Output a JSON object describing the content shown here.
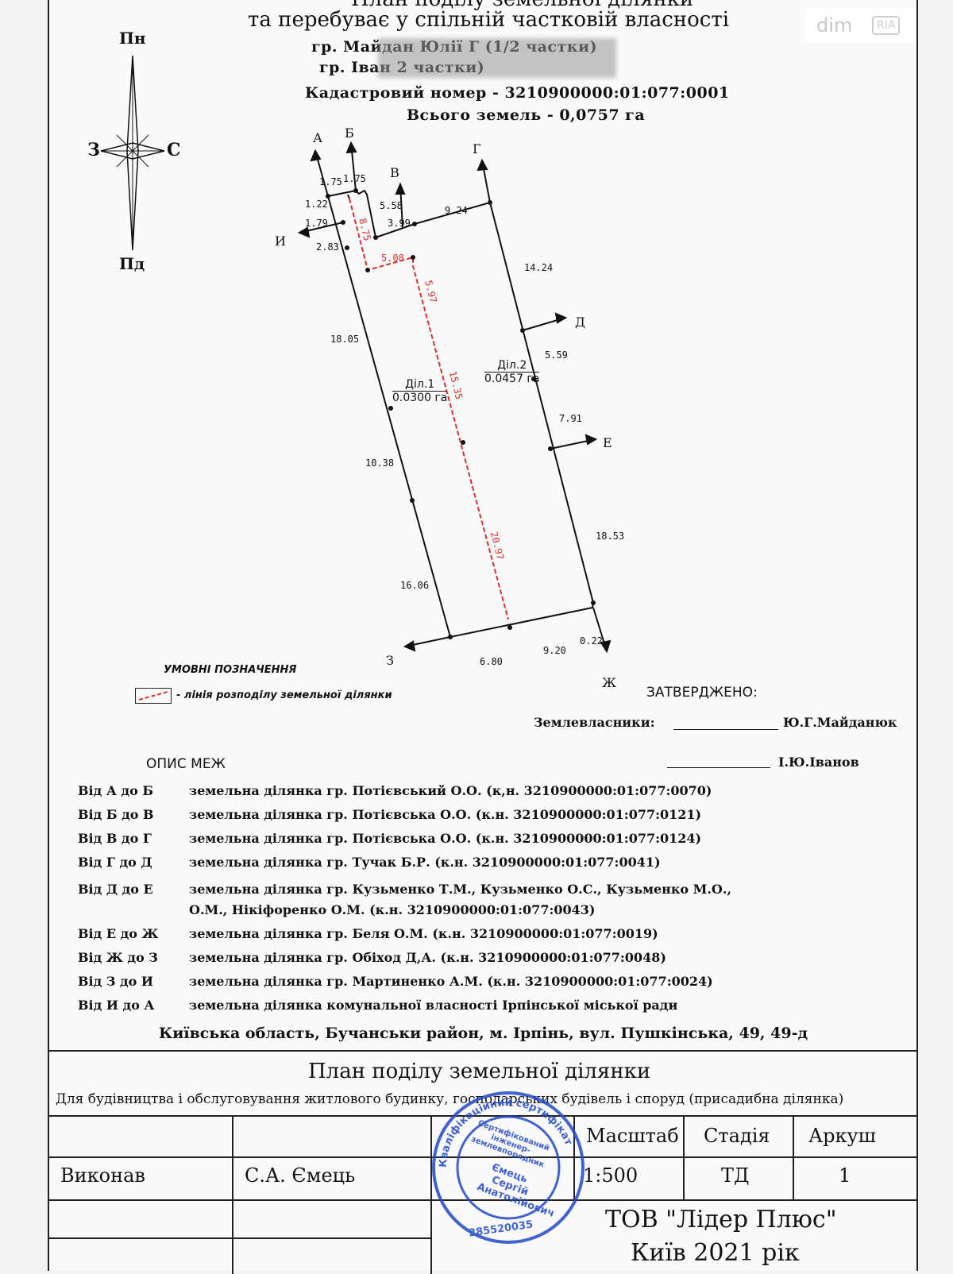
{
  "header": {
    "line1": "План поділу земельної ділянки",
    "line2": "та перебуває у спільній частковій власності",
    "owner1": "гр. Майдан       Юлії Г           (1/2 частки)",
    "owner2": "гр. Іван                                  2 частки)",
    "cadastral": "Кадастровий номер - 3210900000:01:077:0001",
    "total": "Всього земель - 0,0757 га"
  },
  "compass": {
    "north": "Пн",
    "south": "Пд",
    "west": "З",
    "east": "С"
  },
  "plan": {
    "points": {
      "A": "А",
      "B": "Б",
      "V": "В",
      "G": "Г",
      "D": "Д",
      "E": "Е",
      "ZH": "Ж",
      "Z": "З",
      "I": "И"
    },
    "dims": {
      "d1": "1.75",
      "d2": "1.75",
      "d3": "1.22",
      "d4": "5.58",
      "d5": "1.79",
      "d6": "3.99",
      "d7": "9.24",
      "d8": "2.83",
      "d9": "14.24",
      "d10": "18.05",
      "d11": "5.59",
      "d12": "7.91",
      "d13": "10.38",
      "d14": "18.53",
      "d15": "16.06",
      "d16": "6.80",
      "d17": "9.20",
      "d18": "0.22",
      "r1": "8.75",
      "r2": "5.08",
      "r3": "5.97",
      "r4": "15.35",
      "r5": "20.97"
    },
    "plot1_name": "Діл.1",
    "plot1_area": "0.0300 га",
    "plot2_name": "Діл.2",
    "plot2_area": "0.0457 га",
    "split_color": "#d9302c"
  },
  "legend": {
    "title": "УМОВНІ ПОЗНАЧЕННЯ",
    "item": "- лінія розподілу земельної ділянки"
  },
  "approval": {
    "title": "ЗАТВЕРДЖЕНО:",
    "owners_label": "Землевласники:",
    "owner1": "Ю.Г.Майданюк",
    "owner2": "І.Ю.Іванов"
  },
  "boundaries": {
    "title": "ОПИС МЕЖ",
    "rows": [
      {
        "from": "Від А до Б",
        "text": "земельна ділянка гр. Потієвський О.О. (к,н. 3210900000:01:077:0070)"
      },
      {
        "from": "Від Б до В",
        "text": "земельна ділянка гр. Потієвська О.О. (к.н. 3210900000:01:077:0121)"
      },
      {
        "from": "Від В до Г",
        "text": "земельна ділянка гр. Потієвська О.О. (к.н. 3210900000:01:077:0124)"
      },
      {
        "from": "Від Г до Д",
        "text": "земельна ділянка гр. Тучак Б.Р. (к.н. 3210900000:01:077:0041)"
      },
      {
        "from": "Від Д до Е",
        "text": "земельна ділянка гр. Кузьменко Т.М., Кузьменко О.С., Кузьменко М.О.,"
      },
      {
        "from": "",
        "text": "О.М., Нікіфоренко О.М. (к.н. 3210900000:01:077:0043)"
      },
      {
        "from": "Від Е до Ж",
        "text": "земельна ділянка гр. Беля О.М. (к.н. 3210900000:01:077:0019)"
      },
      {
        "from": "Від Ж до З",
        "text": "земельна ділянка гр. Обіход Д,А. (к.н. 3210900000:01:077:0048)"
      },
      {
        "from": "Від З до И",
        "text": "земельна ділянка гр. Мартиненко А.М. (к.н. 3210900000:01:077:0024)"
      },
      {
        "from": "Від И до А",
        "text": "земельна ділянка комунальної власності Ірпінської міської ради"
      }
    ],
    "address": "Київська область, Бучанськи район, м. Ірпінь, вул. Пушкінська, 49, 49-д"
  },
  "titleblock": {
    "title": "План поділу земельної ділянки",
    "purpose": "Для будівництва і обслуговування житлового будинку, господарських будівель і споруд (присадибна ділянка)",
    "scale_label": "Масштаб",
    "stage_label": "Стадія",
    "sheet_label": "Аркуш",
    "executor_label": "Виконав",
    "executor": "С.А. Ємець",
    "scale": "1:500",
    "stage": "ТД",
    "sheet": "1",
    "company": "ТОВ \"Лідер Плюс\"",
    "city_year": "Київ 2021 рік"
  },
  "stamp": {
    "ring": "Сертифікований інженер-землевпорядник",
    "name1": "Ємець",
    "name2": "Сергій",
    "name3": "Анатолійович",
    "number": "285520035",
    "color": "#2348c8"
  },
  "watermark": {
    "text": "dim",
    "sub": "RIA"
  }
}
